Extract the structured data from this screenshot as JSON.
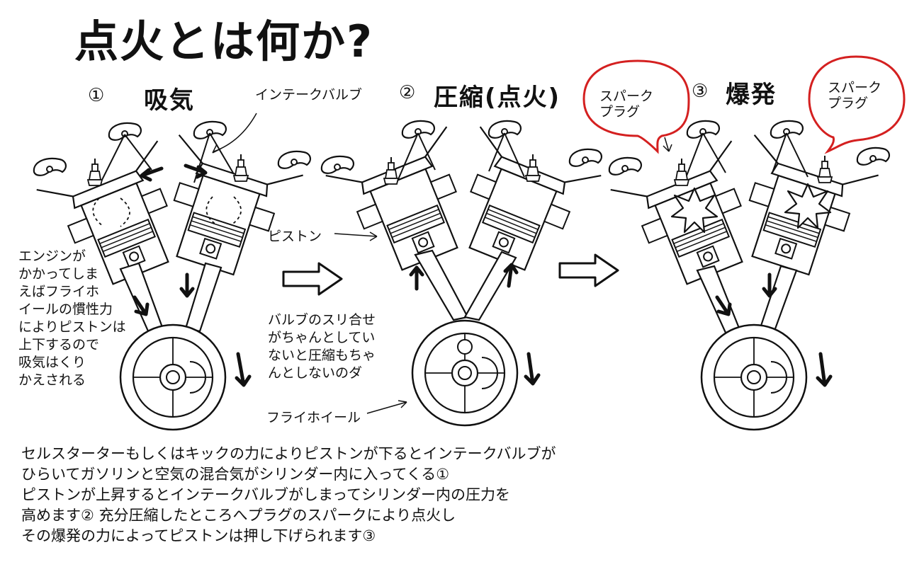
{
  "title": "点火とは何か?",
  "steps": [
    {
      "number": "①",
      "label": "吸気"
    },
    {
      "number": "②",
      "label": "圧縮(点火)"
    },
    {
      "number": "③",
      "label": "爆発"
    }
  ],
  "labels": {
    "intake_valve": "インテークバルブ",
    "piston": "ピストン",
    "flywheel": "フライホイール"
  },
  "notes": {
    "flywheel_inertia": "エンジンが\nかかってしま\nえばフライホ\nイールの慣性力\nによりピストンは\n上下するので\n吸気はくり\nかえされる",
    "valve_fit": "バルブのスリ合せ\nがちゃんとしてい\nないと圧縮もちゃ\nんとしないのダ"
  },
  "callouts": [
    {
      "text": "スパーク\nプラグ",
      "color": "#d42020"
    },
    {
      "text": "スパーク\nプラグ",
      "color": "#d42020"
    }
  ],
  "caption": "セルスターターもしくはキックの力によりピストンが下るとインテークバルブが\nひらいてガソリンと空気の混合気がシリンダー内に入ってくる①\nピストンが上昇するとインテークバルブがしまってシリンダー内の圧力を\n高めます② 充分圧縮したところへプラグのスパークにより点火し\nその爆発の力によってピストンは押し下げられます③"
}
